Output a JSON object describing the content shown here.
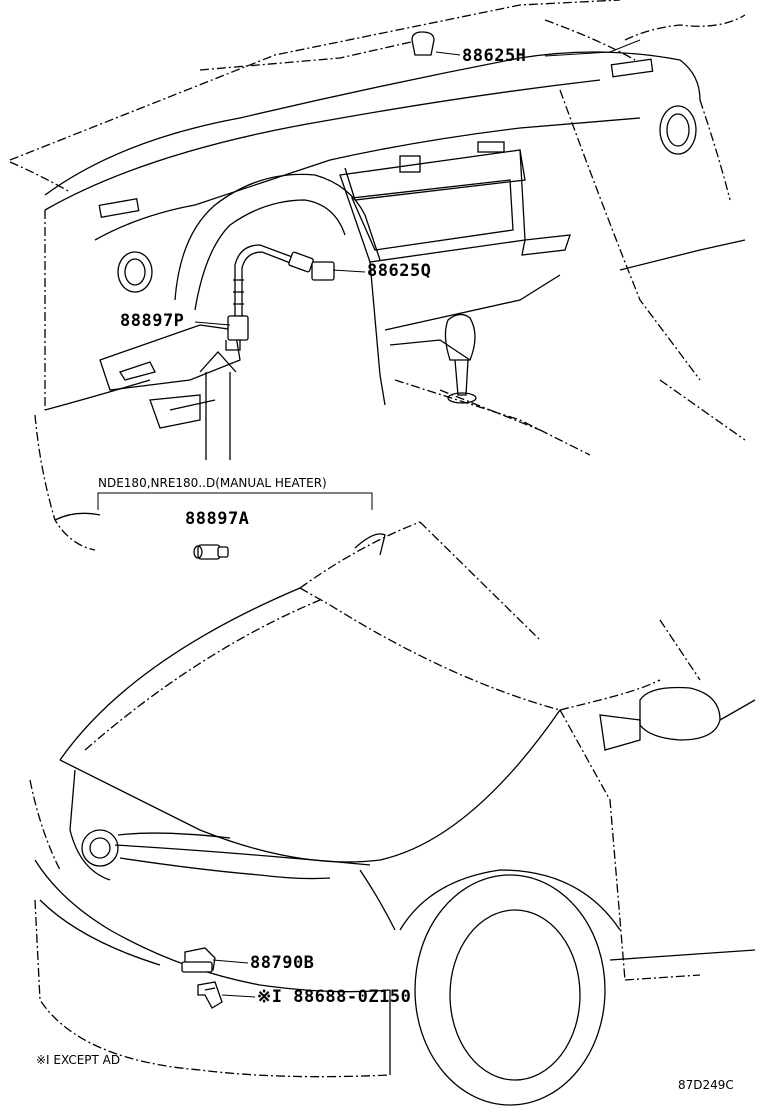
{
  "diagram": {
    "callouts": {
      "p_88625H": "88625H",
      "p_88625Q": "88625Q",
      "p_88897P": "88897P",
      "p_88897A": "88897A",
      "p_88790B": "88790B",
      "p_88688": "※I  88688-0Z150"
    },
    "notes": {
      "variant_condition": "NDE180,NRE180..D(MANUAL HEATER)",
      "footnote": "※I  EXCEPT AD",
      "diagram_code": "87D249C"
    }
  }
}
